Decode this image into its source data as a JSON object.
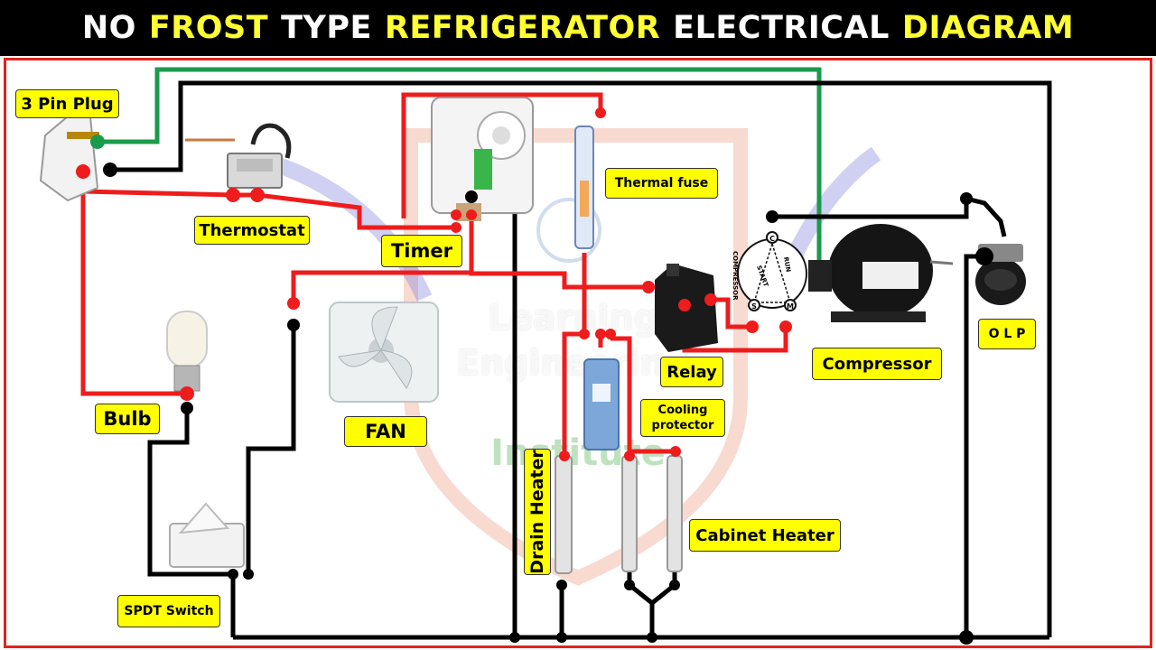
{
  "title": {
    "words": [
      {
        "text": "NO",
        "color": "#ffffff"
      },
      {
        "text": "FROST",
        "color": "#ffff33"
      },
      {
        "text": "TYPE",
        "color": "#ffffff"
      },
      {
        "text": "REFRIGERATOR",
        "color": "#ffff33"
      },
      {
        "text": "ELECTRICAL",
        "color": "#ffffff"
      },
      {
        "text": "DIAGRAM",
        "color": "#ffff33"
      }
    ]
  },
  "labels": {
    "plug": "3 Pin Plug",
    "thermostat": "Thermostat",
    "timer": "Timer",
    "thermal_fuse": "Thermal fuse",
    "compressor": "Compressor",
    "relay": "Relay",
    "olp": "O L P",
    "bulb": "Bulb",
    "fan": "FAN",
    "cooling_protector": "Cooling\nprotector",
    "drain_heater": "Drain Heater",
    "cabinet_heater": "Cabinet Heater",
    "spdt_switch": "SPDT Switch"
  },
  "compressor_terminals": {
    "title": "COMPRESSOR",
    "c": "C",
    "s": "S",
    "m": "M",
    "start": "START",
    "run": "RUN"
  },
  "watermark": {
    "line1": "Learning",
    "line2": "Engineering",
    "line3": "Institute"
  },
  "colors": {
    "live": "#ee1c1c",
    "neutral": "#000000",
    "earth": "#1a9b4b",
    "label_bg": "#ffff00",
    "frame": "#e0241b"
  }
}
